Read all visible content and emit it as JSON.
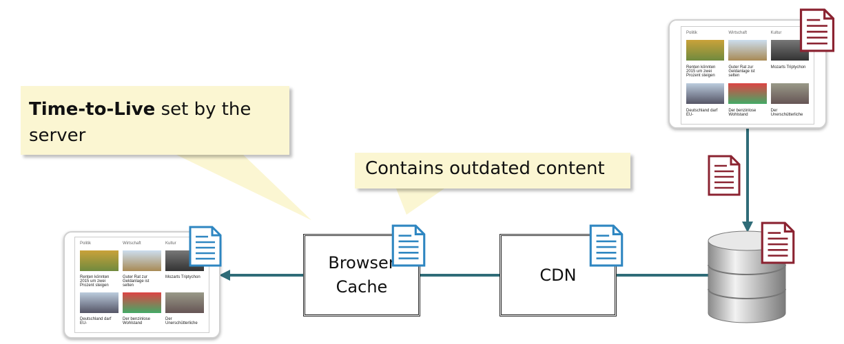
{
  "callouts": {
    "ttl": {
      "bold": "Time-to-Live",
      "rest": " set by the server"
    },
    "outdated": {
      "text": "Contains outdated content"
    }
  },
  "nodes": {
    "browser_cache": "Browser Cache",
    "cdn": "CDN"
  },
  "tablet": {
    "categories": [
      "Politik",
      "Wirtschaft",
      "Kultur"
    ],
    "headlines": [
      "Renten könnten 2015 um zwei Prozent steigen",
      "Guter Rat zur Geldanlage ist selten",
      "Mozarts Triptychon",
      "Deutschland darf EU-",
      "Der benzinlose Wohlstand",
      "Der Unerschütterliche"
    ]
  },
  "colors": {
    "connector": "#2F6C78",
    "fresh_doc": "#2E86C1",
    "stale_doc": "#8B2331",
    "callout": "#FBF6D2"
  },
  "icons": [
    "document-icon",
    "database-icon",
    "tablet-icon"
  ]
}
